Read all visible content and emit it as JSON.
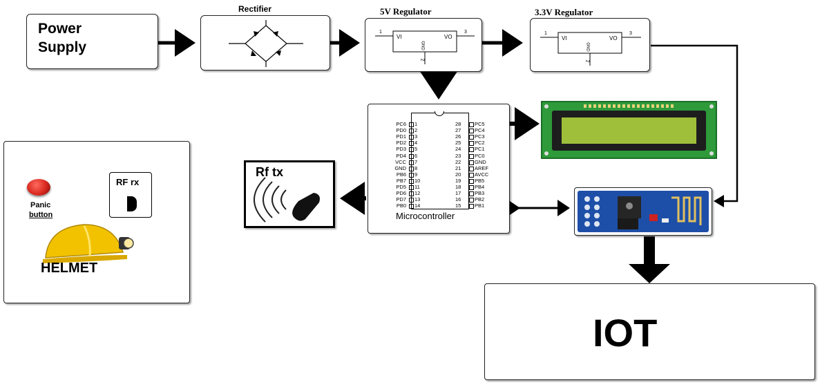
{
  "power": {
    "label_line1": "Power",
    "label_line2": "Supply"
  },
  "rectifier": {
    "title": "Rectifier"
  },
  "reg5": {
    "title": "5V Regulator",
    "pin_in": "VI",
    "pin_out": "VO",
    "pin_gnd": "GND",
    "n1": "1",
    "n2": "2",
    "n3": "3"
  },
  "reg33": {
    "title": "3.3V  Regulator",
    "pin_in": "VI",
    "pin_out": "VO",
    "pin_gnd": "GND",
    "n1": "1",
    "n2": "2",
    "n3": "3"
  },
  "mcu": {
    "label": "Microcontroller",
    "left_pins": [
      {
        "name": "PC6",
        "num": "1"
      },
      {
        "name": "PD0",
        "num": "2"
      },
      {
        "name": "PD1",
        "num": "3"
      },
      {
        "name": "PD2",
        "num": "4"
      },
      {
        "name": "PD3",
        "num": "5"
      },
      {
        "name": "PD4",
        "num": "6"
      },
      {
        "name": "VCC",
        "num": "7"
      },
      {
        "name": "GND",
        "num": "8"
      },
      {
        "name": "PB6",
        "num": "9"
      },
      {
        "name": "PB7",
        "num": "10"
      },
      {
        "name": "PD5",
        "num": "11"
      },
      {
        "name": "PD6",
        "num": "12"
      },
      {
        "name": "PD7",
        "num": "13"
      },
      {
        "name": "PB0",
        "num": "14"
      }
    ],
    "right_pins": [
      {
        "name": "PC5",
        "num": "28"
      },
      {
        "name": "PC4",
        "num": "27"
      },
      {
        "name": "PC3",
        "num": "26"
      },
      {
        "name": "PC2",
        "num": "25"
      },
      {
        "name": "PC1",
        "num": "24"
      },
      {
        "name": "PC0",
        "num": "23"
      },
      {
        "name": "GND",
        "num": "22"
      },
      {
        "name": "AREF",
        "num": "21"
      },
      {
        "name": "AVCC",
        "num": "20"
      },
      {
        "name": "PB5",
        "num": "19"
      },
      {
        "name": "PB4",
        "num": "18"
      },
      {
        "name": "PB3",
        "num": "17"
      },
      {
        "name": "PB2",
        "num": "16"
      },
      {
        "name": "PB1",
        "num": "15"
      }
    ]
  },
  "rftx": {
    "label": "Rf tx"
  },
  "helmet_panel": {
    "panic_line1": "Panic",
    "panic_line2": "button",
    "rfrx": "RF rx",
    "helmet": "HELMET"
  },
  "iot": {
    "label": "IOT"
  },
  "colors": {
    "lcd_board": "#2e9a3a",
    "lcd_screen": "#9fbf3a",
    "wifi_board": "#1e4fa8",
    "helmet_yellow": "#f2c200",
    "button_red": "#d8281e"
  }
}
